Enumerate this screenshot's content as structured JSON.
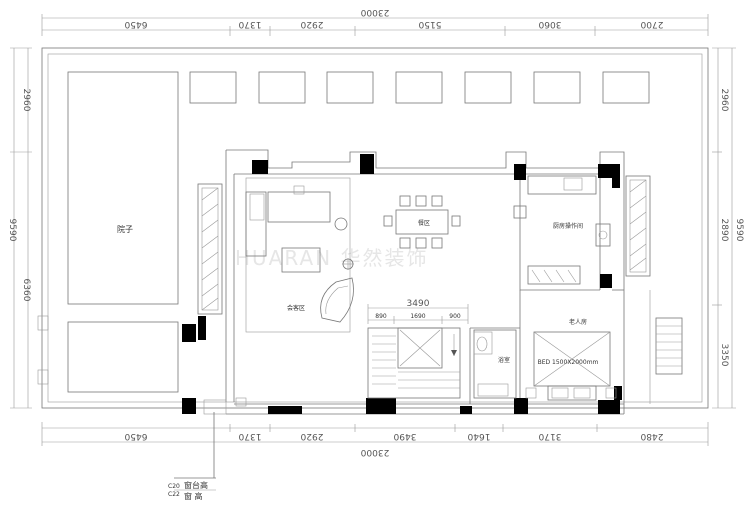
{
  "plan": {
    "top_dims": [
      "6450",
      "1370",
      "2920",
      "5150",
      "3060",
      "2700"
    ],
    "top_total": "23000",
    "bottom_dims": [
      "6450",
      "1370",
      "2920",
      "3490",
      "1640",
      "3170",
      "2480"
    ],
    "bottom_total": "23000",
    "left_dims": [
      "2960",
      "9590",
      "6360"
    ],
    "right_dims": [
      "2960",
      "2890",
      "9590",
      "3350"
    ],
    "interior_dims": {
      "overall": "3490",
      "a": "890",
      "b": "1690",
      "c": "900"
    },
    "rooms": {
      "yard": "院子",
      "dining": "餐区",
      "kitchen": "厨房操作间",
      "living": "会客区",
      "bath": "浴室",
      "elder": "老人房",
      "bed_note": "BED 1500X2000mm"
    },
    "watermark": "HUARAN 华然装饰",
    "callout": {
      "line1": "窗台高",
      "line2": "窗 高",
      "prefix1": "C20",
      "prefix2": "C22"
    }
  }
}
